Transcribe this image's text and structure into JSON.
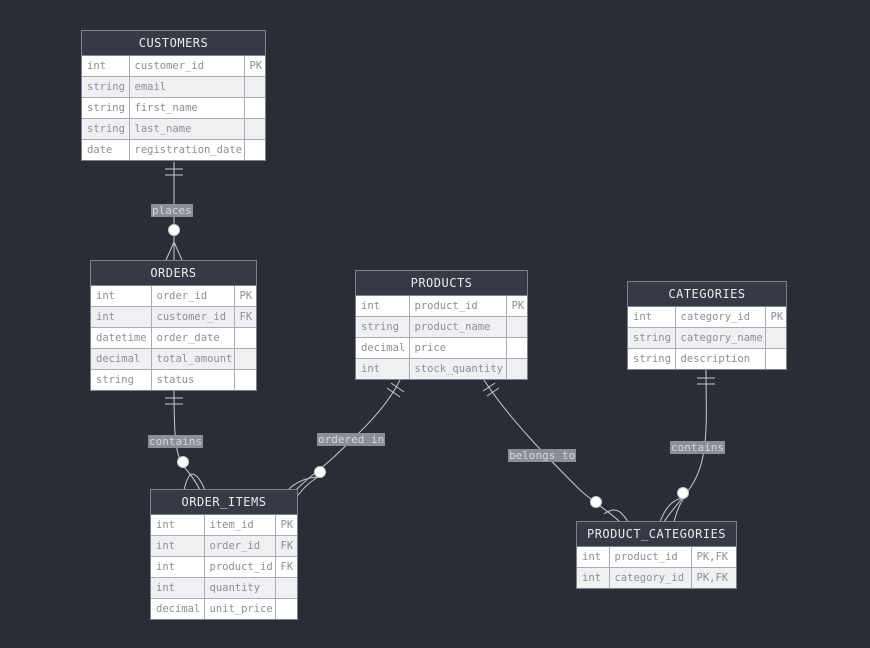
{
  "entities": {
    "customers": {
      "name": "CUSTOMERS",
      "rows": [
        [
          "int",
          "customer_id",
          "PK"
        ],
        [
          "string",
          "email",
          ""
        ],
        [
          "string",
          "first_name",
          ""
        ],
        [
          "string",
          "last_name",
          ""
        ],
        [
          "date",
          "registration_date",
          ""
        ]
      ]
    },
    "orders": {
      "name": "ORDERS",
      "rows": [
        [
          "int",
          "order_id",
          "PK"
        ],
        [
          "int",
          "customer_id",
          "FK"
        ],
        [
          "datetime",
          "order_date",
          ""
        ],
        [
          "decimal",
          "total_amount",
          ""
        ],
        [
          "string",
          "status",
          ""
        ]
      ]
    },
    "products": {
      "name": "PRODUCTS",
      "rows": [
        [
          "int",
          "product_id",
          "PK"
        ],
        [
          "string",
          "product_name",
          ""
        ],
        [
          "decimal",
          "price",
          ""
        ],
        [
          "int",
          "stock_quantity",
          ""
        ]
      ]
    },
    "categories": {
      "name": "CATEGORIES",
      "rows": [
        [
          "int",
          "category_id",
          "PK"
        ],
        [
          "string",
          "category_name",
          ""
        ],
        [
          "string",
          "description",
          ""
        ]
      ]
    },
    "order_items": {
      "name": "ORDER_ITEMS",
      "rows": [
        [
          "int",
          "item_id",
          "PK"
        ],
        [
          "int",
          "order_id",
          "FK"
        ],
        [
          "int",
          "product_id",
          "FK"
        ],
        [
          "int",
          "quantity",
          ""
        ],
        [
          "decimal",
          "unit_price",
          ""
        ]
      ]
    },
    "product_categories": {
      "name": "PRODUCT_CATEGORIES",
      "rows": [
        [
          "int",
          "product_id",
          "PK,FK"
        ],
        [
          "int",
          "category_id",
          "PK,FK"
        ]
      ]
    }
  },
  "relationships": {
    "customers_orders": "places",
    "orders_order_items": "contains",
    "products_order_items": "ordered in",
    "products_product_categories": "belongs to",
    "categories_product_categories": "contains"
  },
  "colors": {
    "background": "#2a2d35",
    "header": "#363a45",
    "line": "#c8cbd1",
    "label_bg": "#8b8f97"
  }
}
